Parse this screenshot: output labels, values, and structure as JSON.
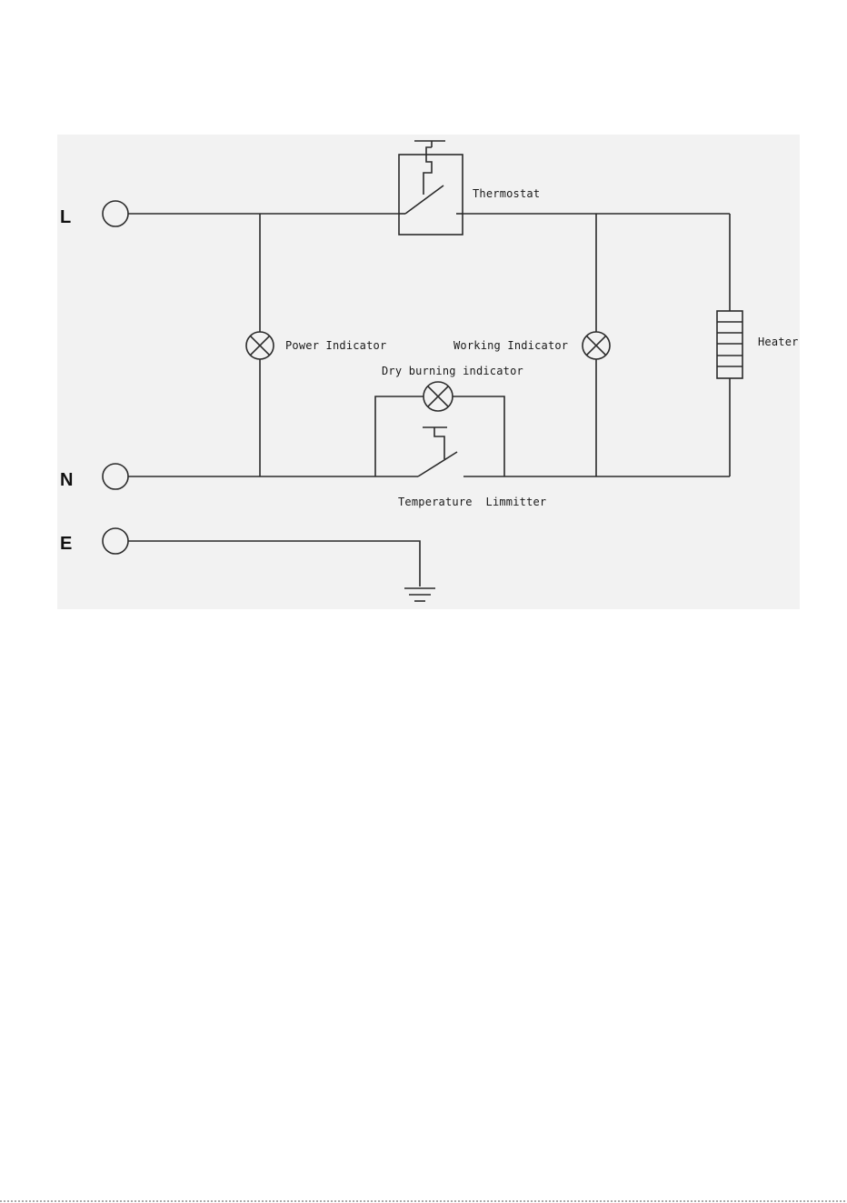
{
  "diagram": {
    "terminals": {
      "L": "L",
      "N": "N",
      "E": "E"
    },
    "components": {
      "thermostat": "Thermostat",
      "power_indicator": "Power Indicator",
      "working_indicator": "Working Indicator",
      "dry_burning_indicator": "Dry burning indicator",
      "heater": "Heater",
      "temperature_limiter": "Temperature  Limmitter"
    },
    "colors": {
      "panel_background": "#f2f2f2",
      "wire": "#2b2b2b"
    }
  }
}
